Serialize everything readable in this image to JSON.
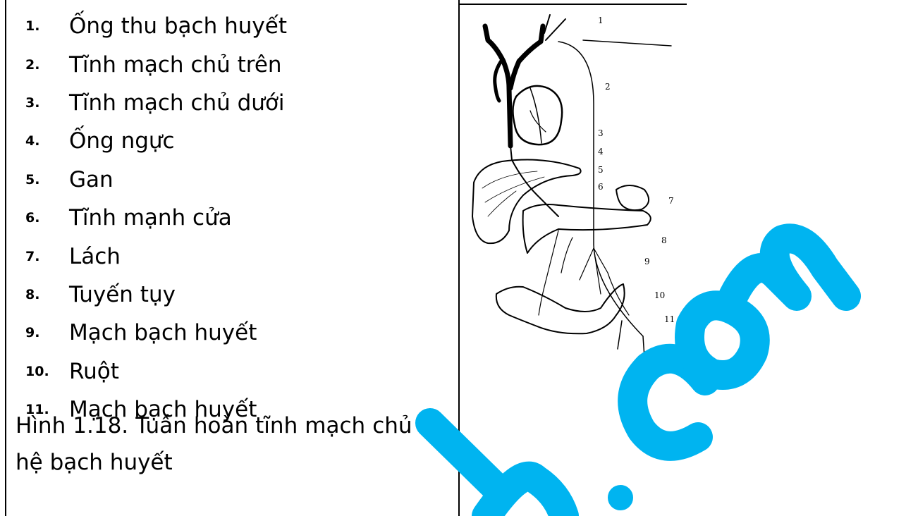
{
  "legend": [
    {
      "num": "1.",
      "label": "Ống thu bạch huyết"
    },
    {
      "num": "2.",
      "label": "Tĩnh mạch chủ trên"
    },
    {
      "num": "3.",
      "label": "Tĩnh mạch chủ dưới"
    },
    {
      "num": "4.",
      "label": "Ống ngực"
    },
    {
      "num": "5.",
      "label": "Gan"
    },
    {
      "num": "6.",
      "label": "Tĩnh mạnh cửa"
    },
    {
      "num": "7.",
      "label": "Lách"
    },
    {
      "num": "8.",
      "label": "Tuyến tụy"
    },
    {
      "num": "9.",
      "label": "Mạch bạch huyết"
    },
    {
      "num": "10.",
      "label": "Ruột"
    },
    {
      "num": "11.",
      "label": "Mạch bạch huyết"
    }
  ],
  "caption": "Hình 1.18. Tuần hoàn tĩnh mạch chủ và hệ bạch huyết",
  "figure_labels": [
    "1",
    "2",
    "3",
    "4",
    "5",
    "6",
    "7",
    "8",
    "9",
    "10",
    "11"
  ],
  "watermark": {
    "text": "h.com",
    "color": "#00b4f0"
  }
}
